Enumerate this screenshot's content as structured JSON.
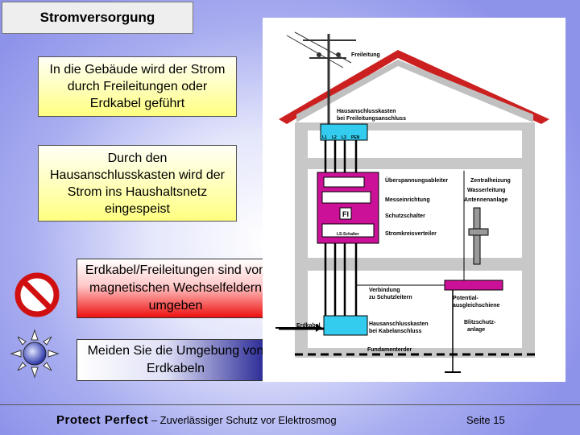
{
  "title": "Stromversorgung",
  "boxes": {
    "box1": "In die Gebäude wird der Strom durch Freileitungen oder Erdkabel geführt",
    "box2": "Durch den Hausanschlusskasten wird der Strom ins Haushaltsnetz eingespeist",
    "warning": "Erdkabel/Freileitungen sind von magnetischen Wechselfeldern umgeben",
    "advice": "Meiden Sie die Umgebung von Erdkabeln"
  },
  "icons": {
    "warning": "no-entry-icon",
    "advice": "sun-icon"
  },
  "diagram": {
    "labels": {
      "freileitung": "Freileitung",
      "hak_top_1": "Hausanschlusskasten",
      "hak_top_2": "bei Freileitungsanschluss",
      "phases": [
        "L1",
        "L2",
        "L3",
        "PEN"
      ],
      "ueberspannung": "Überspannungsableiter",
      "messeinrichtung": "Messeinrichtung",
      "schutzschalter": "Schutzschalter",
      "stromkreisverteiler": "Stromkreisverteiler",
      "fi": "FI",
      "ls": "LS-Schalter",
      "zentral1": "Zentralheizung",
      "zentral2": "Wasserleitung",
      "zentral3": "Antennenanlage",
      "verbindung1": "Verbindung",
      "verbindung2": "zu Schutzleitern",
      "potential1": "Potential-",
      "potential2": "ausgleichschiene",
      "hak_bottom_1": "Hausanschlusskasten",
      "hak_bottom_2": "bei Kabelanschluss",
      "erdkabel": "Erdkabel",
      "blitz1": "Blitzschutz-",
      "blitz2": "anlage",
      "fundament": "Fundamenterder"
    }
  },
  "footer": {
    "brand": "Protect Perfect",
    "tagline": "– Zuverlässiger Schutz vor Elektrosmog",
    "page": "Seite 15"
  },
  "colors": {
    "house_wall": "#c0c0c0",
    "roof_red": "#cc2020",
    "cyan": "#33ccee",
    "magenta": "#cc1199"
  }
}
